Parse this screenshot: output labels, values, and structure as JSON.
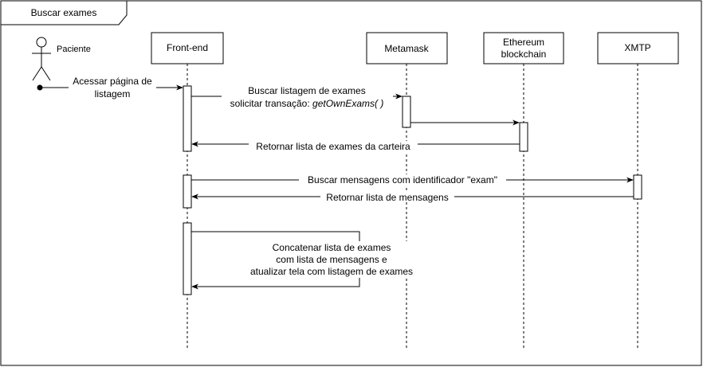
{
  "frame": {
    "title": "Buscar exames"
  },
  "actor": {
    "name": "Paciente"
  },
  "participants": [
    {
      "id": "frontend",
      "lines": [
        "Front-end"
      ]
    },
    {
      "id": "metamask",
      "lines": [
        "Metamask"
      ]
    },
    {
      "id": "ethereum",
      "lines": [
        "Ethereum",
        "blockchain"
      ]
    },
    {
      "id": "xmtp",
      "lines": [
        "XMTP"
      ]
    }
  ],
  "messages": {
    "m1": [
      "Acessar página de",
      "listagem"
    ],
    "m2a": "Buscar listagem de exames",
    "m2b_prefix": "solicitar transação: ",
    "m2b_italic": "getOwnExams( )",
    "m4": "Retornar lista de exames da carteira",
    "m5": "Buscar mensagens com identificador \"exam\"",
    "m6": "Retornar lista de mensagens",
    "m7": [
      "Concatenar lista de exames",
      "com lista de mensagens e",
      "atualizar tela com listagem de exames"
    ]
  }
}
